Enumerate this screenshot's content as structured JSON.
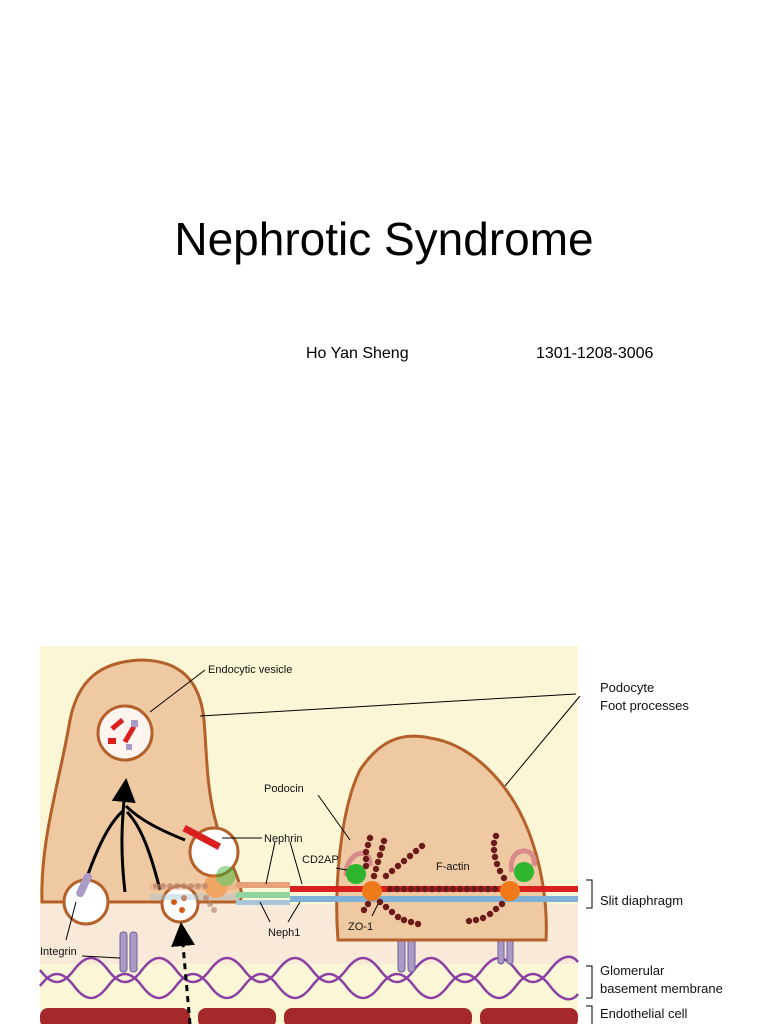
{
  "slide": {
    "title": "Nephrotic Syndrome",
    "author": "Ho Yan Sheng",
    "student_id": "1301-1208-3006"
  },
  "figure": {
    "labels": {
      "endocytic_vesicle": "Endocytic vesicle",
      "podocyte_line1": "Podocyte",
      "podocyte_line2": "Foot processes",
      "podocin": "Podocin",
      "nephrin": "Nephrin",
      "cd2ap": "CD2AP",
      "f_actin": "F-actin",
      "slit_diaphragm": "Slit diaphragm",
      "integrin": "Integrin",
      "neph1": "Neph1",
      "zo1": "ZO-1",
      "gbm_line1": "Glomerular",
      "gbm_line2": "basement membrane",
      "endothelial": "Endothelial cell"
    },
    "colors": {
      "panel_bg": "#fbf7d6",
      "cell_fill": "#efc9a1",
      "cell_outline": "#b4602a",
      "nephrin_red": "#d9201f",
      "neph1_blue": "#7fb1d8",
      "cd2ap_green": "#2db52d",
      "zo1_orange": "#f07a1a",
      "actin_bead": "#6b1a1a",
      "integrin_purple": "#a99ac6",
      "gbm_purple": "#8c3fa3",
      "endothelial_red": "#a5282a",
      "podocin_pink": "#d98a8a"
    }
  }
}
